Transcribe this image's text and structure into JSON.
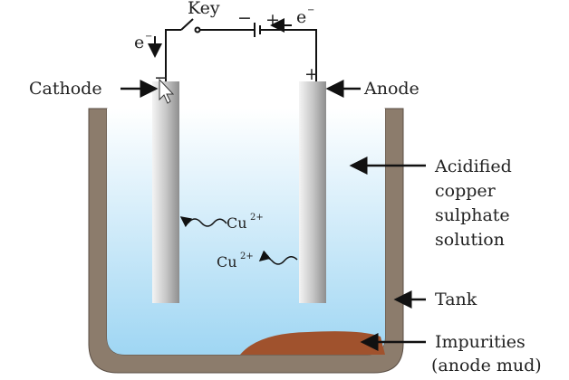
{
  "labels": {
    "key": "Key",
    "cathode": "Cathode",
    "anode": "Anode",
    "electron_left": "e",
    "electron_right": "e",
    "electron_charge": "−",
    "battery_minus": "−",
    "battery_plus": "+",
    "cathode_sign": "−",
    "anode_sign": "+",
    "solution_lines": [
      "Acidified",
      "copper",
      "sulphate",
      "solution"
    ],
    "ion1": "Cu",
    "ion2": "Cu",
    "ion_charge": "2+",
    "tank": "Tank",
    "impurities_lines": [
      "Impurities",
      "(anode mud)"
    ]
  },
  "colors": {
    "tank_wall": "#8c7c6c",
    "solution_top": "#ffffff",
    "solution_bottom": "#9fd6f3",
    "anode_mud": "#a0522d",
    "rod_light": "#f2f2f2",
    "rod_dark": "#9a9a9a"
  }
}
